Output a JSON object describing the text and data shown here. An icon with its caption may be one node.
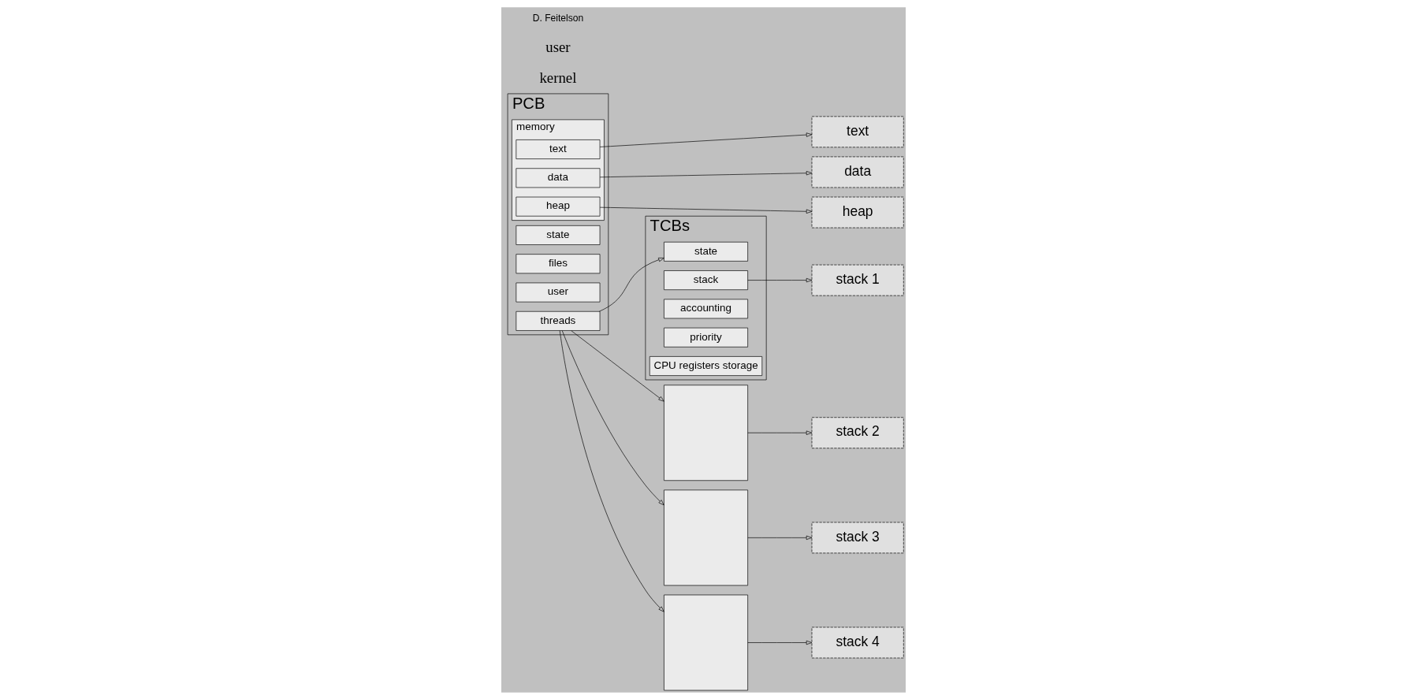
{
  "diagram": {
    "nodes": [
      {
        "text": [
          "PCB"
        ]
      },
      {
        "text": [
          "state"
        ],
        "in": 0
      },
      {
        "text": [
          "memory"
        ],
        "in": 0
      },
      {
        "text": [
          "text"
        ],
        "in": 2
      },
      {
        "text": [
          "data"
        ],
        "in": 2
      },
      {
        "text": [
          "heap"
        ],
        "in": 2
      },
      {
        "text": [
          "files"
        ],
        "in": 0
      },
      {
        "text": [
          "user"
        ],
        "in": 0
      },
      {
        "text": [
          "threads"
        ],
        "in": 0
      },
      {
        "text": [
          "TCBs"
        ]
      },
      {
        "text": [
          "state"
        ],
        "in": 9
      },
      {
        "text": [
          "stack"
        ],
        "in": 9
      },
      {
        "text": [
          "accounting"
        ],
        "in": 9
      },
      {
        "text": [
          "priority"
        ],
        "in": 9
      },
      {
        "text": [
          "CPU registers storage"
        ],
        "in": 9
      },
      {
        "text": [],
        "shape": "box"
      },
      {
        "text": [],
        "shape": "box"
      },
      {
        "text": [],
        "shape": "box"
      },
      {
        "text": [
          "text"
        ]
      },
      {
        "text": [
          "data"
        ]
      },
      {
        "text": [
          "heap"
        ]
      },
      {
        "text": [
          "stack 1"
        ]
      },
      {
        "text": [
          "stack 2"
        ]
      },
      {
        "text": [
          "stack 3"
        ]
      },
      {
        "text": [
          "stack 4"
        ]
      }
    ],
    "edges": [
      {
        "from": 3,
        "to": 18,
        "arrow": "to"
      },
      {
        "from": 4,
        "to": 19,
        "arrow": "to"
      },
      {
        "from": 5,
        "to": 20,
        "arrow": "to"
      },
      {
        "from": 8,
        "to": 10,
        "arrow": "to"
      },
      {
        "from": 8,
        "to": 15,
        "arrow": "to"
      },
      {
        "from": 8,
        "to": 16,
        "arrow": "to"
      },
      {
        "from": 8,
        "to": 17,
        "arrow": "to"
      },
      {
        "from": 11,
        "to": 21,
        "arrow": "to"
      },
      {
        "from": 15,
        "to": 22,
        "arrow": "to"
      },
      {
        "from": 16,
        "to": 23,
        "arrow": "to"
      },
      {
        "from": 17,
        "to": 24,
        "arrow": "to"
      }
    ],
    "labels": [
      "kernel",
      "user",
      "D. Feitelson"
    ]
  }
}
